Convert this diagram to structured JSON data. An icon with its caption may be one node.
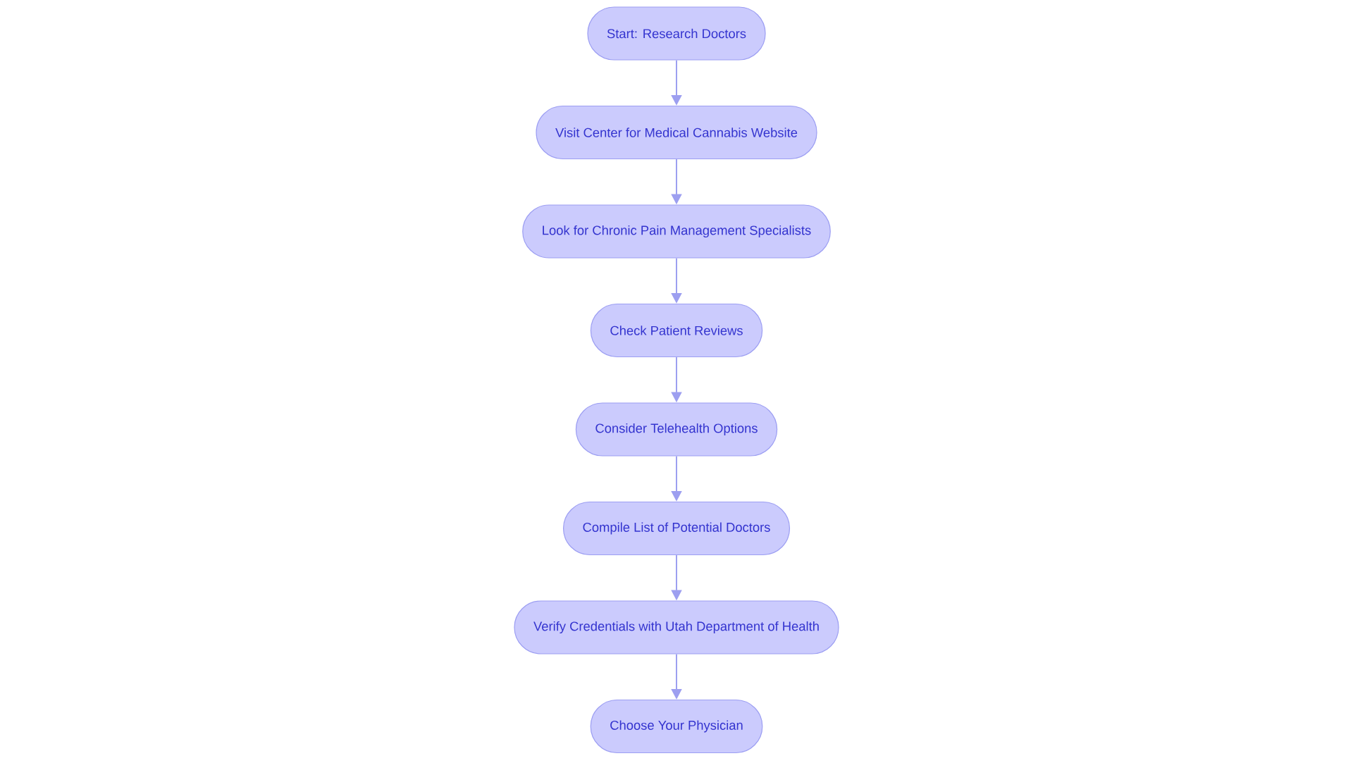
{
  "diagram": {
    "nodes": [
      {
        "text": [
          "Start: Research Doctors"
        ]
      },
      {
        "text": [
          "Visit Center for Medical Cannabis Website"
        ]
      },
      {
        "text": [
          "Look for Chronic Pain Management Specialists"
        ]
      },
      {
        "text": [
          "Check Patient Reviews"
        ]
      },
      {
        "text": [
          "Consider Telehealth Options"
        ]
      },
      {
        "text": [
          "Compile List of Potential Doctors"
        ]
      },
      {
        "text": [
          "Verify Credentials with Utah Department of Health"
        ]
      },
      {
        "text": [
          "Choose Your Physician"
        ]
      }
    ],
    "edges": [
      {
        "from": 0,
        "to": 1,
        "arrow": "to"
      },
      {
        "from": 1,
        "to": 2,
        "arrow": "to"
      },
      {
        "from": 2,
        "to": 3,
        "arrow": "to"
      },
      {
        "from": 3,
        "to": 4,
        "arrow": "to"
      },
      {
        "from": 4,
        "to": 5,
        "arrow": "to"
      },
      {
        "from": 5,
        "to": 6,
        "arrow": "to"
      },
      {
        "from": 6,
        "to": 7,
        "arrow": "to"
      }
    ]
  }
}
